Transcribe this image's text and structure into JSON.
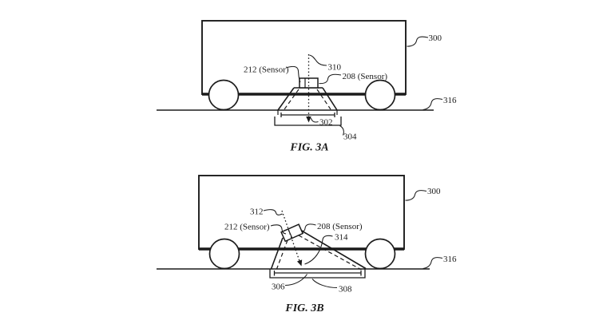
{
  "fig3a": {
    "caption": "FIG. 3A",
    "labels": {
      "sensor_212": "212 (Sensor)",
      "sensor_208": "208 (Sensor)",
      "beam_310": "310",
      "footprint_302": "302",
      "swath_304": "304",
      "vehicle_300": "300",
      "ground_316": "316"
    }
  },
  "fig3b": {
    "caption": "FIG. 3B",
    "labels": {
      "beam_312": "312",
      "sensor_212": "212 (Sensor)",
      "sensor_208": "208 (Sensor)",
      "angle_314": "314",
      "footprint_306": "306",
      "swath_308": "308",
      "vehicle_300": "300",
      "ground_316": "316"
    }
  }
}
